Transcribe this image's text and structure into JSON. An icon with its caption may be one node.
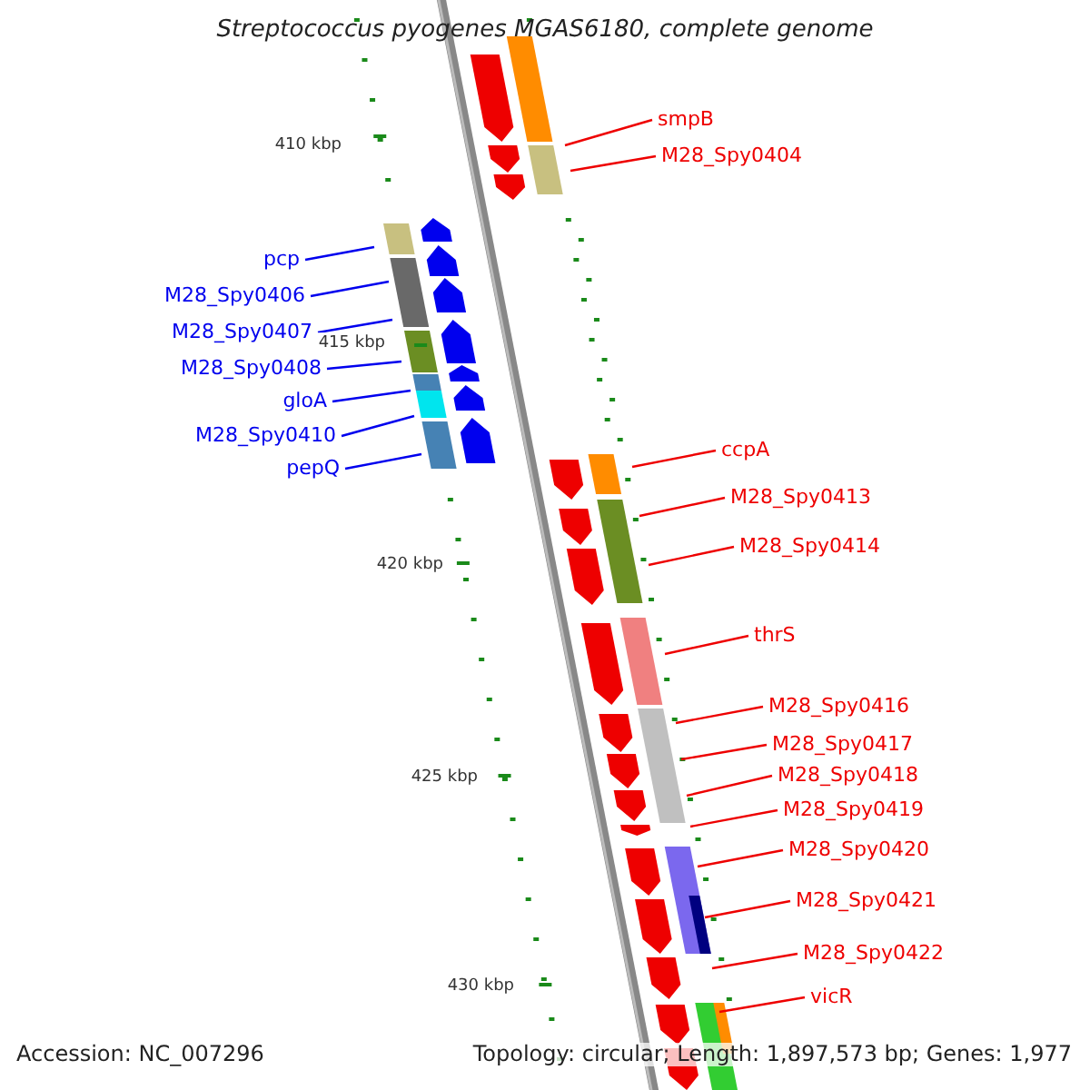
{
  "diagram": {
    "title": "Streptococcus pyogenes MGAS6180, complete genome",
    "nodes": [
      {
        "text": [
          "smpB"
        ]
      },
      {
        "text": [
          "M28_Spy0404"
        ]
      },
      {
        "text": [
          "pcp"
        ]
      },
      {
        "text": [
          "M28_Spy0406"
        ]
      },
      {
        "text": [
          "M28_Spy0407"
        ]
      },
      {
        "text": [
          "M28_Spy0408"
        ]
      },
      {
        "text": [
          "gloA"
        ]
      },
      {
        "text": [
          "M28_Spy0410"
        ]
      },
      {
        "text": [
          "pepQ"
        ]
      },
      {
        "text": [
          "ccpA"
        ]
      },
      {
        "text": [
          "M28_Spy0413"
        ]
      },
      {
        "text": [
          "M28_Spy0414"
        ]
      },
      {
        "text": [
          "thrS"
        ]
      },
      {
        "text": [
          "M28_Spy0416"
        ]
      },
      {
        "text": [
          "M28_Spy0417"
        ]
      },
      {
        "text": [
          "M28_Spy0418"
        ]
      },
      {
        "text": [
          "M28_Spy0419"
        ]
      },
      {
        "text": [
          "M28_Spy0420"
        ]
      },
      {
        "text": [
          "M28_Spy0421"
        ]
      },
      {
        "text": [
          "M28_Spy0422"
        ]
      },
      {
        "text": [
          "vicR"
        ]
      }
    ],
    "edges": [
      {
        "from": 0,
        "to": null,
        "arrow": "none"
      },
      {
        "from": 1,
        "to": null,
        "arrow": "none"
      },
      {
        "from": 2,
        "to": null,
        "arrow": "none",
        "color": "#0000ee"
      },
      {
        "from": 3,
        "to": null,
        "arrow": "none",
        "color": "#0000ee"
      },
      {
        "from": 4,
        "to": null,
        "arrow": "none",
        "color": "#0000ee"
      },
      {
        "from": 5,
        "to": null,
        "arrow": "none",
        "color": "#0000ee"
      },
      {
        "from": 6,
        "to": null,
        "arrow": "none",
        "color": "#0000ee"
      },
      {
        "from": 7,
        "to": null,
        "arrow": "none",
        "color": "#0000ee"
      },
      {
        "from": 8,
        "to": null,
        "arrow": "none",
        "color": "#0000ee"
      },
      {
        "from": 9,
        "to": null,
        "arrow": "none"
      },
      {
        "from": 10,
        "to": null,
        "arrow": "none"
      },
      {
        "from": 11,
        "to": null,
        "arrow": "none"
      },
      {
        "from": 12,
        "to": null,
        "arrow": "none"
      },
      {
        "from": 13,
        "to": null,
        "arrow": "none"
      },
      {
        "from": 14,
        "to": null,
        "arrow": "none"
      },
      {
        "from": 15,
        "to": null,
        "arrow": "none"
      },
      {
        "from": 16,
        "to": null,
        "arrow": "none"
      },
      {
        "from": 17,
        "to": null,
        "arrow": "none"
      },
      {
        "from": 18,
        "to": null,
        "arrow": "none"
      },
      {
        "from": 19,
        "to": null,
        "arrow": "none"
      },
      {
        "from": 20,
        "to": null,
        "arrow": "none"
      }
    ],
    "labels": [
      "410 kbp",
      "415 kbp",
      "420 kbp",
      "425 kbp",
      "430 kbp",
      "Accession: NC_007296",
      "Topology: circular; Length: 1,897,573 bp; Genes: 1,977"
    ]
  }
}
